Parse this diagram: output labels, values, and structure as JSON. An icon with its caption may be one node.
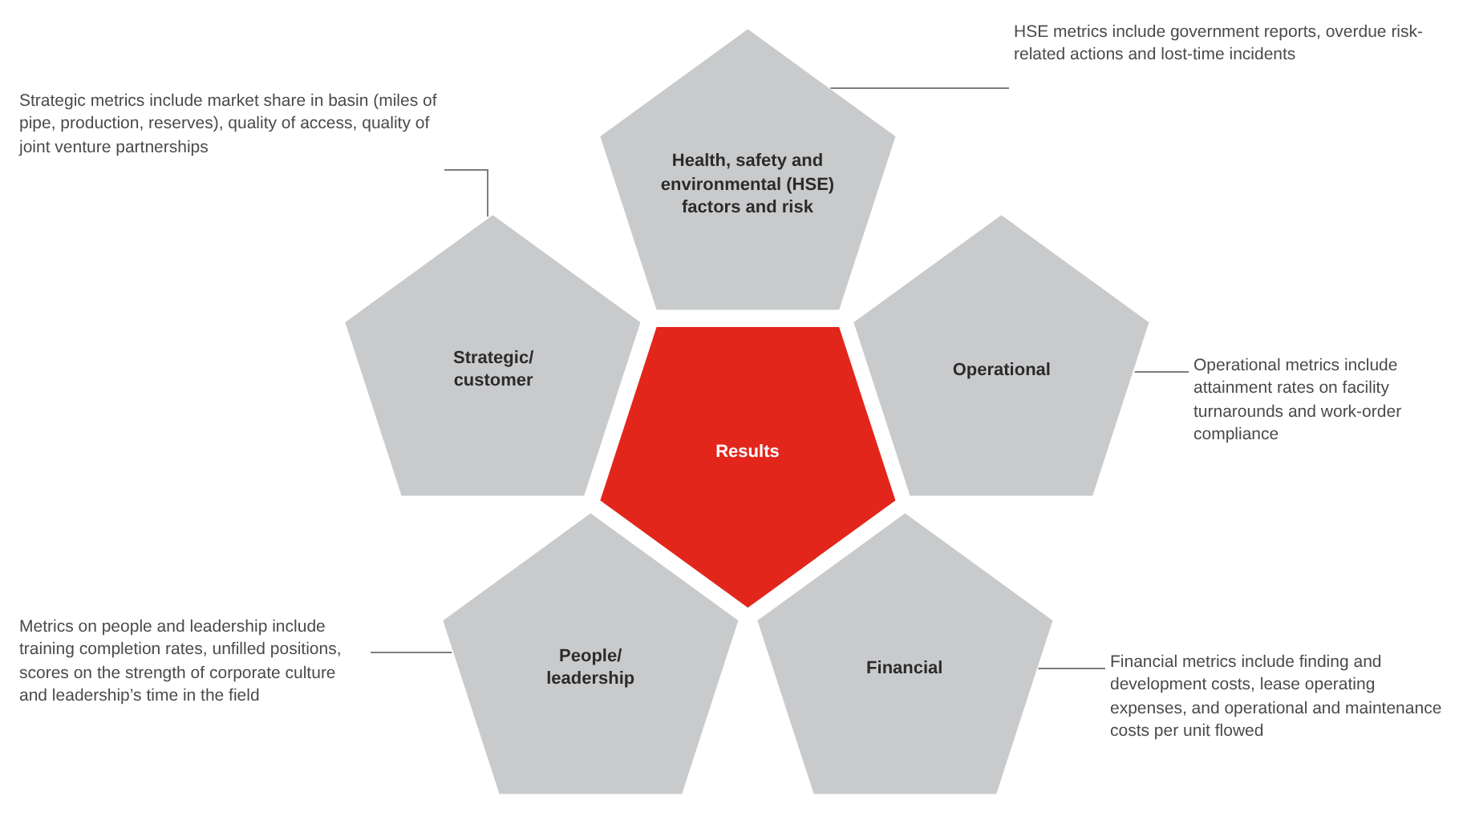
{
  "diagram": {
    "nodes": [
      {
        "text": [
          "HSE metrics include government reports, overdue risk-related actions and lost-time incidents"
        ]
      },
      {
        "text": [
          "Strategic metrics include market share in basin (miles of pipe, production, reserves), quality of access, quality of joint venture partnerships"
        ]
      },
      {
        "text": [
          "Health, safety and environmental (HSE) factors and risk"
        ]
      },
      {
        "text": [
          "Strategic/ customer"
        ]
      },
      {
        "text": [
          "Operational"
        ]
      },
      {
        "text": [
          "Operational metrics include attainment rates on facility turnarounds and work-order compliance"
        ]
      },
      {
        "text": [
          "Results"
        ]
      },
      {
        "text": [
          "Metrics on people and leadership include training completion rates, unfilled positions, scores on the strength of corporate culture and leadership’s time in the field"
        ]
      },
      {
        "text": [
          "People/ leadership"
        ]
      },
      {
        "text": [
          "Financial"
        ]
      },
      {
        "text": [
          "Financial metrics include finding and development costs, lease operating expenses, and operational and maintenance costs per unit flowed"
        ]
      }
    ],
    "edges": [
      {
        "from": 0,
        "to": 2,
        "arrow": "none"
      },
      {
        "from": 1,
        "to": 3,
        "arrow": "none"
      },
      {
        "from": 5,
        "to": 4,
        "arrow": "none"
      },
      {
        "from": 7,
        "to": 8,
        "arrow": "none"
      },
      {
        "from": 10,
        "to": 9,
        "arrow": "none"
      }
    ]
  }
}
